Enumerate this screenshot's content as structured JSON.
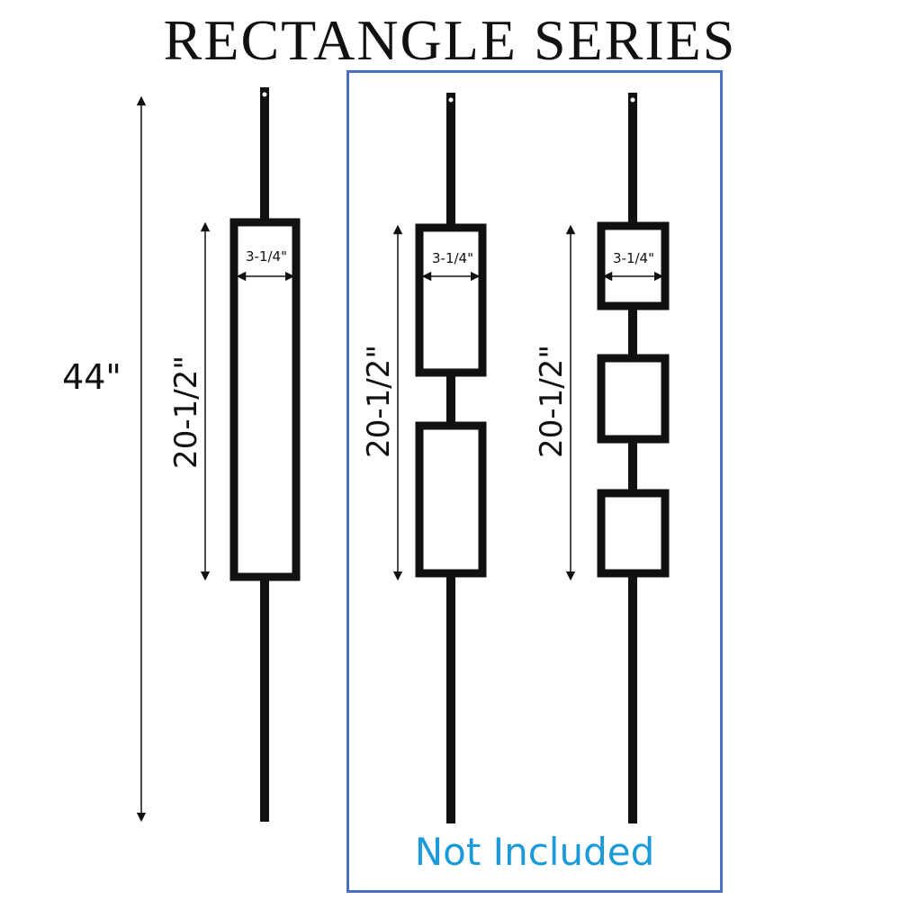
{
  "title": "RECTANGLE SERIES",
  "note": "Not Included",
  "dimensions": {
    "overall_height": "44\"",
    "pattern_height": "20-1/2\"",
    "frame_width": "3-1/4\""
  },
  "colors": {
    "accent_border": "#4a6fc4",
    "note_text": "#1a9ad8",
    "baluster": "#111111"
  },
  "balusters": [
    {
      "name": "single-rectangle",
      "frames": 1
    },
    {
      "name": "double-rectangle",
      "frames": 2
    },
    {
      "name": "triple-square",
      "frames": 3
    }
  ]
}
